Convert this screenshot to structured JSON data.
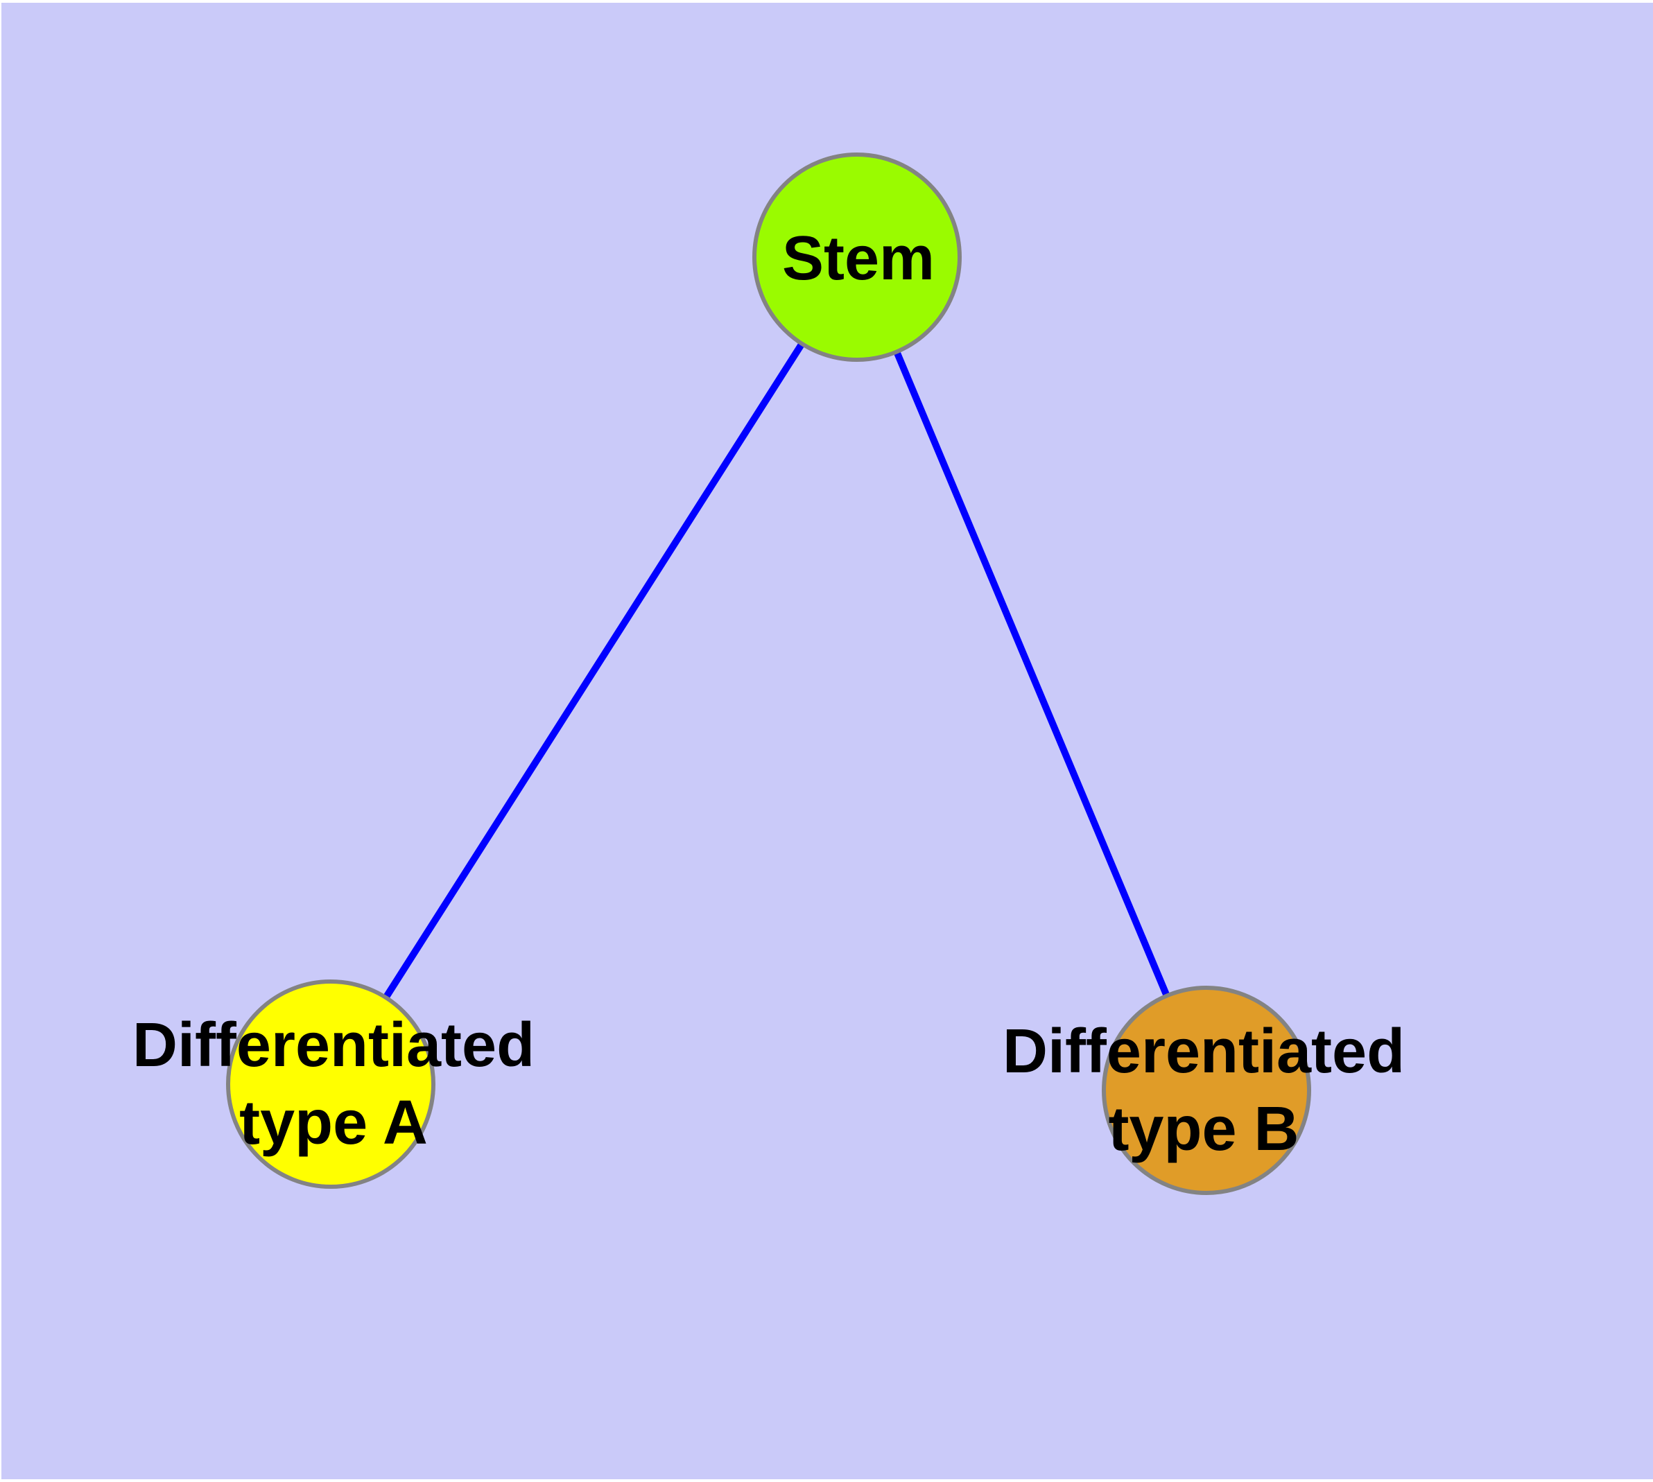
{
  "diagram": {
    "type": "node-link-graph",
    "background_color": "#CACAF9",
    "page_margin_color": "#FFFFFF",
    "edge_color": "#0000FF",
    "node_border_color": "#838383",
    "label_color": "#000000",
    "nodes": [
      {
        "id": "stem",
        "label": "Stem",
        "label_lines": [
          "Stem"
        ],
        "color": "#9AFB00"
      },
      {
        "id": "differentiated-type-a",
        "label": "Differentiated type A",
        "label_lines": [
          "Differentiated",
          "type A"
        ],
        "color": "#FFFF00"
      },
      {
        "id": "differentiated-type-b",
        "label": "Differentiated type B",
        "label_lines": [
          "Differentiated",
          "type B"
        ],
        "color": "#E09C28"
      }
    ],
    "edges": [
      {
        "from": "Stem",
        "to": "Differentiated type A"
      },
      {
        "from": "Stem",
        "to": "Differentiated type B"
      }
    ]
  }
}
